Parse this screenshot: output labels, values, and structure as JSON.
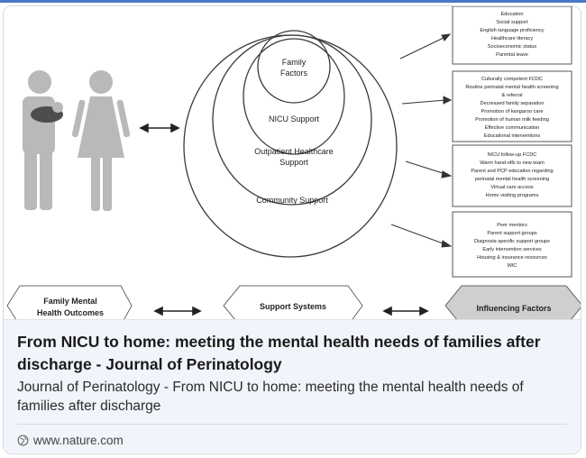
{
  "figure": {
    "circles": {
      "family_factors_line1": "Family",
      "family_factors_line2": "Factors",
      "nicu_support": "NICU Support",
      "outpatient_line1": "Outpatient Healthcare",
      "outpatient_line2": "Support",
      "community_support": "Community Support"
    },
    "boxes": {
      "box1": [
        "Education",
        "Social support",
        "English language proficiency",
        "Healthcare literacy",
        "Socioeconomic status",
        "Parental leave"
      ],
      "box2": [
        "Culturally competent FCDC",
        "Routine perinatal mental health screening",
        "& referral",
        "Decreased family separation",
        "Promotion of kangaroo care",
        "Promotion of human milk feeding",
        "Effective communication",
        "Educational interventions"
      ],
      "box3": [
        "NICU follow-up FCDC",
        "Warm hand-offs to new team",
        "Parent and PCP education regarding",
        "perinatal mental health screening",
        "Virtual care access",
        "Home visiting programs"
      ],
      "box4": [
        "Peer mentors",
        "Parent support groups",
        "Diagnosis-specific support groups",
        "Early intervention services",
        "Housing & insurance resources",
        "WIC"
      ]
    },
    "labels": {
      "family_outcomes_line1": "Family Mental",
      "family_outcomes_line2": "Health Outcomes",
      "support_systems": "Support Systems",
      "influencing_factors": "Influencing Factors"
    }
  },
  "caption": {
    "title": "From NICU to home: meeting the mental health needs of families after discharge - Journal of Perinatology",
    "description": "Journal of Perinatology - From NICU to home: meeting the mental health needs of families after discharge",
    "source": "www.nature.com",
    "source_icon": "globe-icon"
  },
  "colors": {
    "accent": "#4a78c8",
    "caption_bg": "#f1f4fa",
    "figure_gray": "#bdbdbd"
  }
}
